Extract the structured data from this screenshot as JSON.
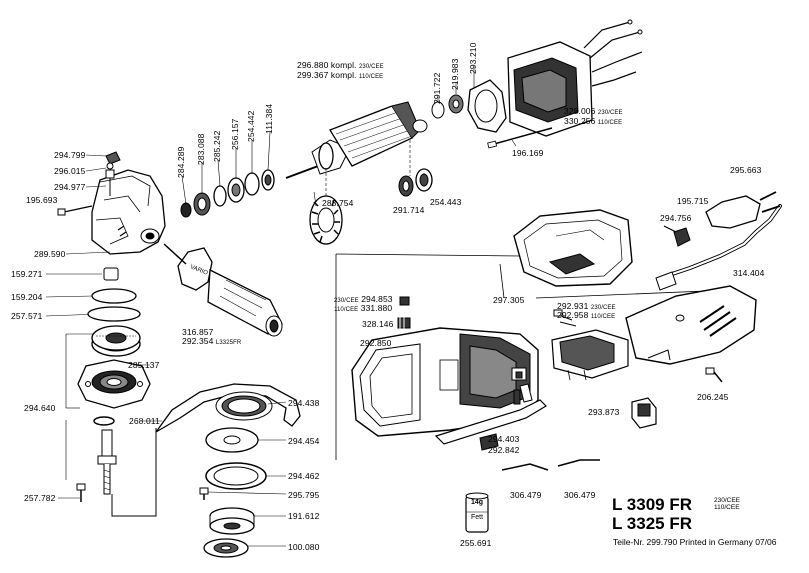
{
  "parts": {
    "p294_799": "294.799",
    "p296_015": "296.015",
    "p294_977": "294.977",
    "p195_693": "195.693",
    "p289_590": "289.590",
    "p159_271": "159.271",
    "p159_204": "159.204",
    "p257_571": "257.571",
    "p285_137": "285.137",
    "p294_640": "294.640",
    "p268_011": "268.011",
    "p257_782": "257.782",
    "p284_289": "284.289",
    "p283_088": "283.088",
    "p285_242": "285.242",
    "p256_157": "256.157",
    "p254_442": "254.442",
    "p111_384": "111.384",
    "p296_880": "296.880 kompl.",
    "p299_367": "299.367 kompl.",
    "p283_754": "283.754",
    "p291_714": "291.714",
    "p254_443": "254.443",
    "p291_722": "291.722",
    "p219_983": "219.983",
    "p293_210": "293.210",
    "p328_006": "328.006",
    "p330_256": "330.256",
    "p196_169": "196.169",
    "p295_663": "295.663",
    "p195_715": "195.715",
    "p294_756": "294.756",
    "p314_404": "314.404",
    "p297_305": "297.305",
    "p294_853": "294.853",
    "p331_880": "331.880",
    "p328_146": "328.146",
    "p292_931": "292.931",
    "p292_958": "292.958",
    "p292_850": "292.850",
    "p206_245": "206.245",
    "p293_873": "293.873",
    "p294_403": "294.403",
    "p292_842": "292.842",
    "p306_479a": "306.479",
    "p306_479b": "306.479",
    "p316_857": "316.857",
    "p292_354": "292.354",
    "p294_438": "294.438",
    "p294_454": "294.454",
    "p294_462": "294.462",
    "p295_795": "295.795",
    "p191_612": "191.612",
    "p100_080": "100.080",
    "p255_691": "255.691"
  },
  "voltage": {
    "v230": "230/CEE",
    "v110": "110/CEE",
    "l3325fr": "L3325FR"
  },
  "grease_can": {
    "weight": "14g",
    "text": "Fett"
  },
  "models": {
    "model1": "L 3309 FR",
    "model2": "L 3325 FR"
  },
  "footer": "Teile-Nr. 299.790 Printed in Germany 07/06"
}
